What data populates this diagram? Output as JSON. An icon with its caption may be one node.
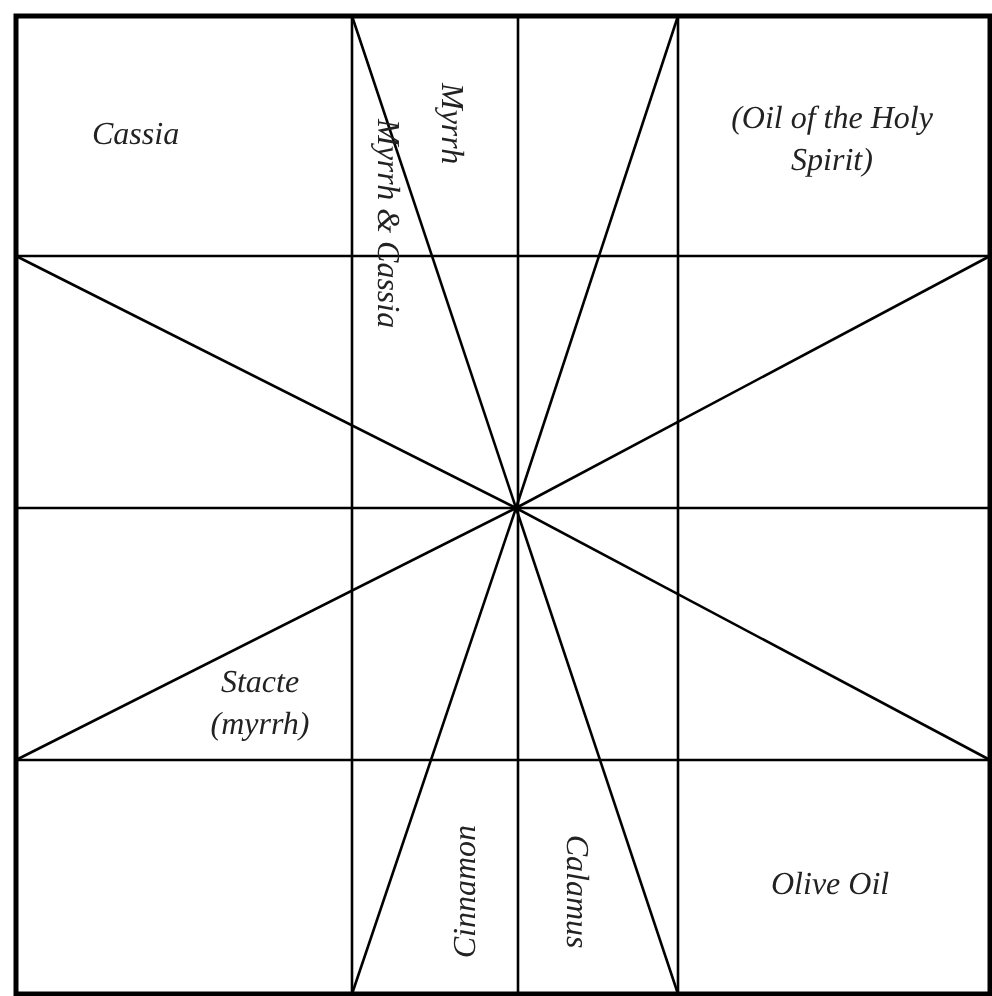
{
  "diagram": {
    "labels": [
      "Cassia",
      "Myrrh",
      "Myrrh & Cassia",
      "(Oil of the Holy Spirit)",
      "Stacte (myrrh)",
      "Cinnamon",
      "Calamus",
      "Olive Oil"
    ]
  }
}
